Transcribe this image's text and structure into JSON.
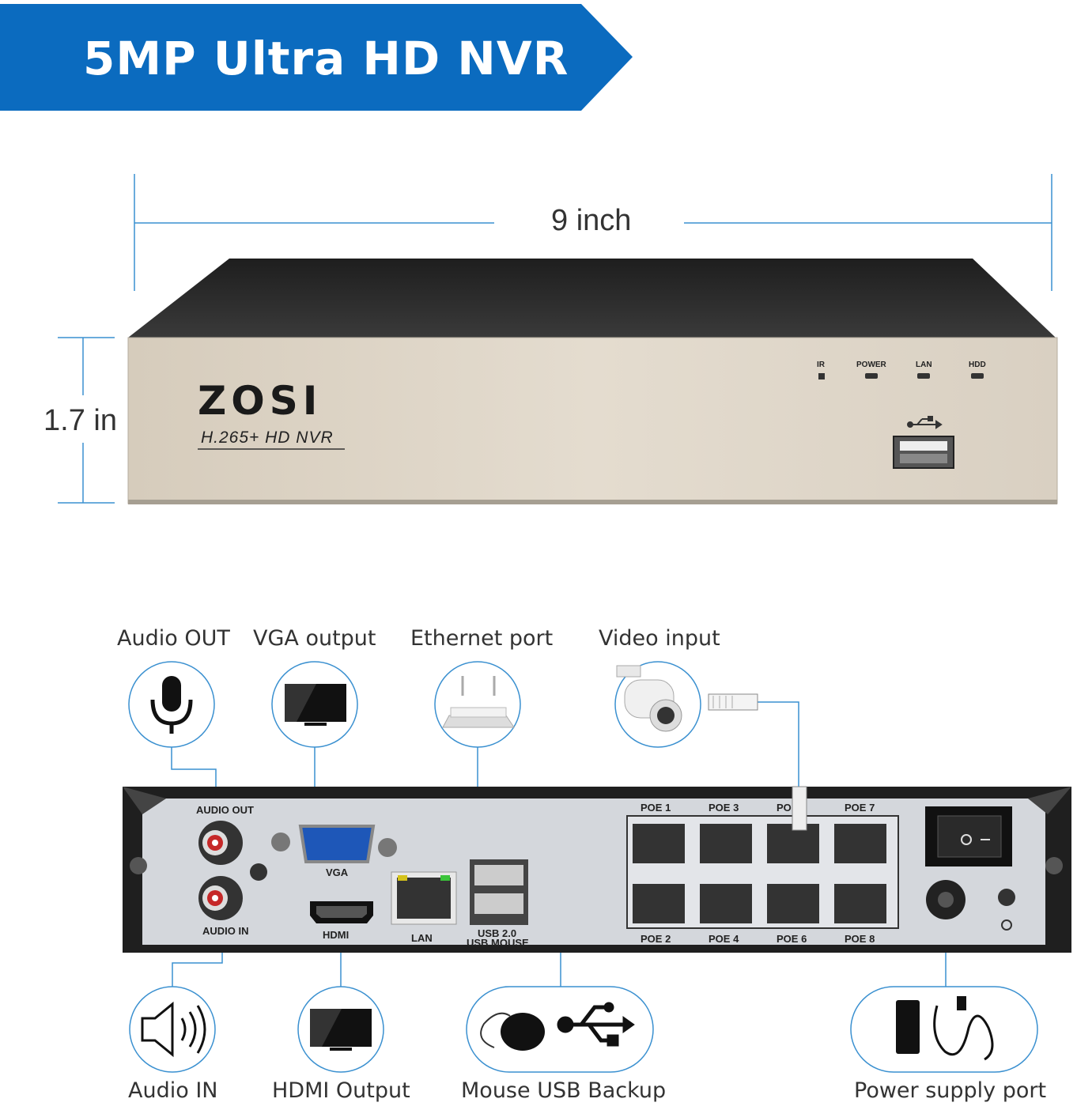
{
  "banner": {
    "title": "5MP Ultra HD NVR",
    "color": "#0b6bbf"
  },
  "dimensions": {
    "width_label": "9 inch",
    "height_label": "1.7 in",
    "line_color": "#3a90d0"
  },
  "front_panel": {
    "brand": "ZOSI",
    "model": "H.265+ HD NVR",
    "indicators": [
      "IR",
      "POWER",
      "LAN",
      "HDD"
    ],
    "usb_icon": "usb-icon"
  },
  "rear_panel": {
    "audio_out": "AUDIO OUT",
    "audio_in": "AUDIO IN",
    "vga": "VGA",
    "hdmi": "HDMI",
    "lan": "LAN",
    "usb_line1": "USB 2.0",
    "usb_line2": "USB MOUSE",
    "poe_top": [
      "POE 1",
      "POE 3",
      "PO",
      "POE 7"
    ],
    "poe_bottom": [
      "POE 2",
      "POE 4",
      "POE 6",
      "POE 8"
    ]
  },
  "callouts": {
    "audio_out": "Audio OUT",
    "vga_output": "VGA output",
    "ethernet_port": "Ethernet port",
    "video_input": "Video input",
    "audio_in": "Audio IN",
    "hdmi_output": "HDMI Output",
    "mouse_usb_backup": "Mouse USB Backup",
    "power_supply_port": "Power supply port"
  },
  "icons": [
    "microphone-icon",
    "monitor-icon",
    "router-icon",
    "camera-icon",
    "speaker-icon",
    "mouse-icon",
    "usb-icon",
    "power-adapter-icon"
  ]
}
